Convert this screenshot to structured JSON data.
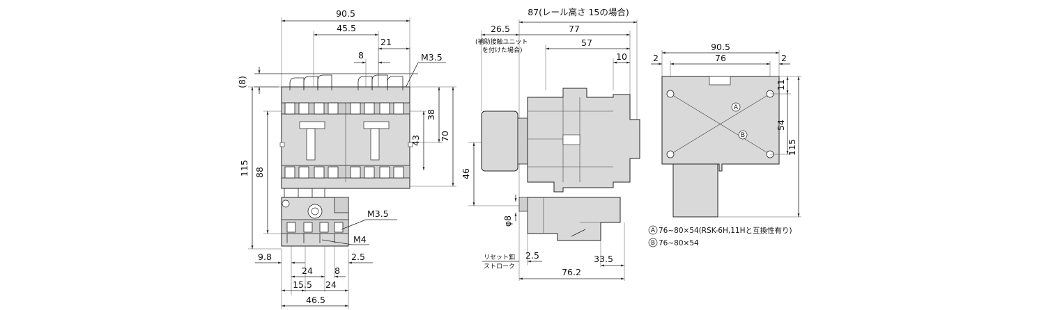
{
  "front_view": {
    "dims": {
      "width_total": "90.5",
      "width_mid": "45.5",
      "width_21": "21",
      "width_8": "8",
      "screw_top": "M3.5",
      "offset_8": "(8)",
      "height_115": "115",
      "height_88": "88",
      "height_38": "38",
      "height_43": "43",
      "height_70": "70",
      "screw_relay": "M3.5",
      "screw_m4": "M4",
      "left_98": "9.8",
      "right_25": "2.5",
      "bottom_24a": "24",
      "bottom_8": "8",
      "bottom_155": "15.5",
      "bottom_24b": "24",
      "bottom_465": "46.5"
    }
  },
  "side_view": {
    "dims": {
      "total_rail": "87(レール高さ 15の場合)",
      "aux_265": "26.5",
      "d77": "77",
      "aux_note_1": "(補助接触ユニット",
      "aux_note_2": "を付けた場合)",
      "d57": "57",
      "d10": "10",
      "d46": "46",
      "phi8": "φ8",
      "reset_label_1": "リセット釦",
      "reset_label_2": "ストローク",
      "reset_stroke": "2.5",
      "d335": "33.5",
      "d762": "76.2"
    }
  },
  "mount_view": {
    "dims": {
      "width": "90.5",
      "edge_left": "2",
      "pitch": "76",
      "edge_right": "2",
      "top_11": "11",
      "pitch_v": "54",
      "height": "115",
      "mark_a": "A",
      "mark_b": "B"
    }
  },
  "notes": {
    "a_text": "76~80×54(RSK-6H,11Hと互換性有り)",
    "b_text": "76~80×54",
    "a_symbol": "A",
    "b_symbol": "B"
  }
}
